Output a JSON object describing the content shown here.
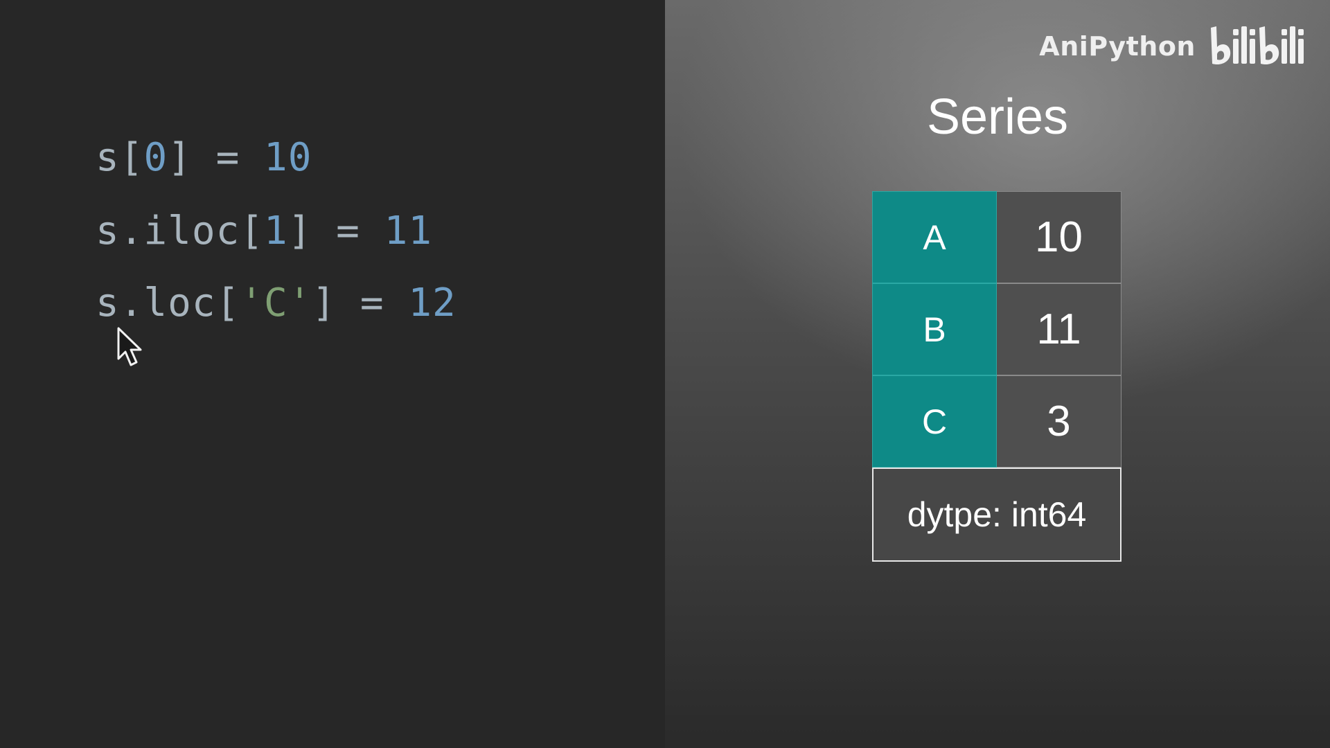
{
  "code": {
    "lines": [
      {
        "var": "s",
        "open": "[",
        "arg": "0",
        "close": "]",
        "op": " = ",
        "value": "10"
      },
      {
        "var": "s.iloc",
        "open": "[",
        "arg": "1",
        "close": "]",
        "op": " = ",
        "value": "11"
      },
      {
        "var": "s.loc",
        "open": "[",
        "arg": "'C'",
        "close": "]",
        "op": " = ",
        "value": "12"
      }
    ]
  },
  "brand": {
    "name": "AniPython",
    "logo": "bilibili"
  },
  "series": {
    "title": "Series",
    "rows": [
      {
        "index": "A",
        "value": "10"
      },
      {
        "index": "B",
        "value": "11"
      },
      {
        "index": "C",
        "value": "3"
      }
    ],
    "dtype_label": "dytpe: int64"
  },
  "colors": {
    "index_cell": "#0e8a87",
    "code_number": "#6f9ec6",
    "code_string": "#7f9f73"
  },
  "icons": {
    "cursor": "mouse-pointer-icon"
  }
}
